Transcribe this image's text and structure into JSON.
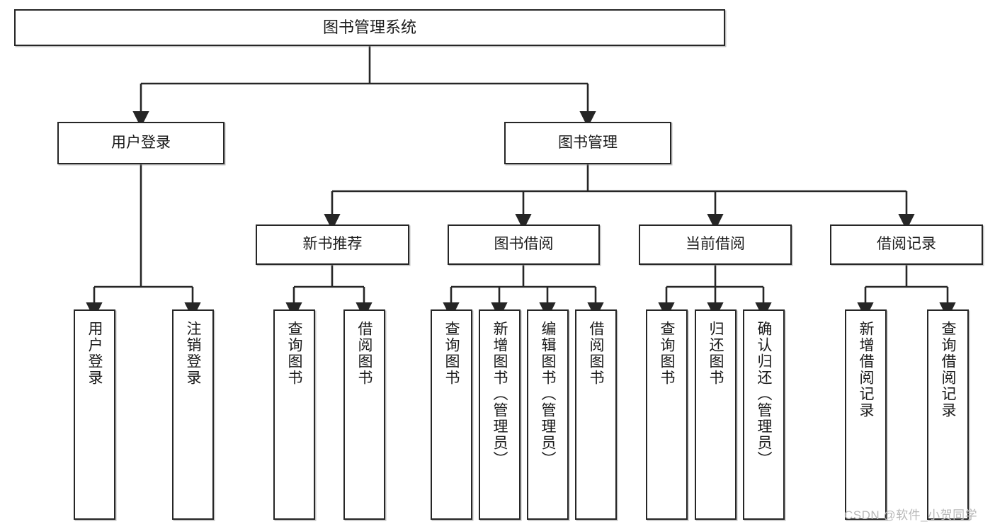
{
  "diagram": {
    "type": "tree-hierarchy-chart",
    "title_node": "图书管理系统",
    "stroke_color": "#262626",
    "fill_color": "#ffffff",
    "text_color": "#1a1a1a"
  },
  "nodes": {
    "root": {
      "label": "图书管理系统"
    },
    "level2": [
      {
        "label": "用户登录"
      },
      {
        "label": "图书管理"
      }
    ],
    "level3": [
      {
        "label": "新书推荐"
      },
      {
        "label": "图书借阅"
      },
      {
        "label": "当前借阅"
      },
      {
        "label": "借阅记录"
      }
    ],
    "leaves": {
      "user_login": [
        {
          "label": "用户登录"
        },
        {
          "label": "注销登录"
        }
      ],
      "new_book": [
        {
          "label": "查询图书"
        },
        {
          "label": "借阅图书"
        }
      ],
      "book_borrow": [
        {
          "label": "查询图书"
        },
        {
          "label": "新增图书（管理员）"
        },
        {
          "label": "编辑图书（管理员）"
        },
        {
          "label": "借阅图书"
        }
      ],
      "current_borrow": [
        {
          "label": "查询图书"
        },
        {
          "label": "归还图书"
        },
        {
          "label": "确认归还（管理员）"
        }
      ],
      "borrow_record": [
        {
          "label": "新增借阅记录"
        },
        {
          "label": "查询借阅记录"
        }
      ]
    }
  },
  "watermark": {
    "text": "CSDN @软件_小贺同学"
  }
}
